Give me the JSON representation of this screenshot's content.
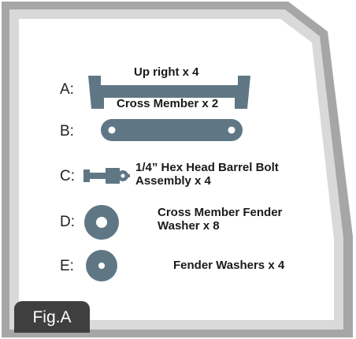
{
  "figure": {
    "tab_label": "Fig.A"
  },
  "colors": {
    "part_fill": "#5f7785",
    "frame_outer": "#a6a6a6",
    "frame_inner": "#d9d9d9",
    "tab_bg": "#3f3f3f"
  },
  "parts": [
    {
      "letter": "A:",
      "label_top": "Up right x 4",
      "label_bottom": "Cross Member x 2",
      "icon": "upright-crossmember-icon"
    },
    {
      "letter": "B:",
      "icon": "flat-link-bar-icon"
    },
    {
      "letter": "C:",
      "label_line1": "1/4” Hex Head Barrel Bolt",
      "label_line2": "Assembly x 4",
      "icon": "barrel-bolt-icon"
    },
    {
      "letter": "D:",
      "label_line1": "Cross Member Fender",
      "label_line2": "Washer x 8",
      "icon": "large-fender-washer-icon"
    },
    {
      "letter": "E:",
      "label_line1": "Fender Washers x 4",
      "icon": "fender-washer-icon"
    }
  ]
}
